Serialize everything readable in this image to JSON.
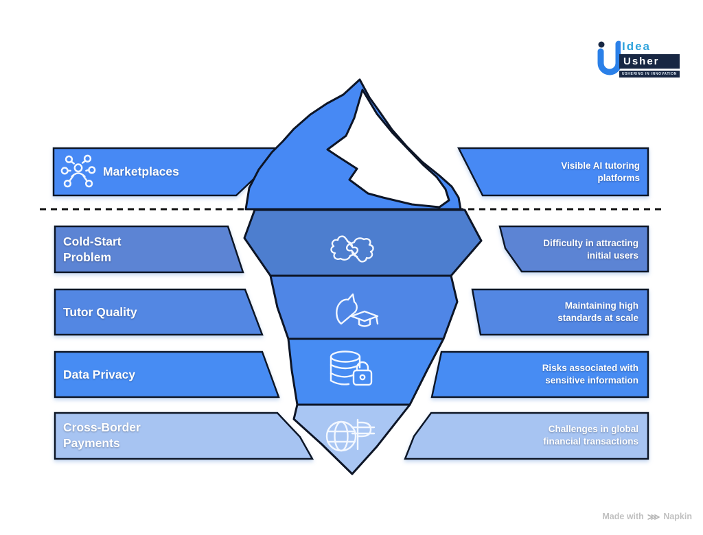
{
  "logo": {
    "brand_top": "Idea",
    "brand_bottom": "Usher",
    "tagline": "USHERING IN INNOVATION",
    "mark_color": "#2b80e8",
    "box_color": "#182743"
  },
  "diagram": {
    "type": "iceberg",
    "outline_color": "#0d1526",
    "water_line_color": "#111111",
    "text_color": "#ffffff",
    "iceberg_above_color": "#4789f4",
    "iceberg_facet_color": "#ffffff",
    "rows": [
      {
        "label": "Marketplaces",
        "description": "Visible AI tutoring platforms",
        "icon": "network-people-icon",
        "zone": "above-water",
        "band_color": "#4789f4"
      },
      {
        "label": "Cold-Start Problem",
        "description": "Difficulty in attracting initial users",
        "icon": "handshake-icon",
        "zone": "below-water",
        "band_color": "#5b84d4",
        "segment_color": "#4d7ecf"
      },
      {
        "label": "Tutor Quality",
        "description": "Maintaining high standards at scale",
        "icon": "quality-badge-graduation-icon",
        "zone": "below-water",
        "band_color": "#5287e3",
        "segment_color": "#4f86e6"
      },
      {
        "label": "Data Privacy",
        "description": "Risks associated with sensitive information",
        "icon": "database-lock-icon",
        "zone": "below-water",
        "band_color": "#478cf3",
        "segment_color": "#478cf3"
      },
      {
        "label": "Cross-Border Payments",
        "description": "Challenges in global financial transactions",
        "icon": "globe-currency-icon",
        "zone": "below-water",
        "band_color": "#a7c4f2",
        "segment_color": "#a9c6f3"
      }
    ]
  },
  "footer": {
    "made_with": "Made with",
    "brand": "Napkin"
  }
}
